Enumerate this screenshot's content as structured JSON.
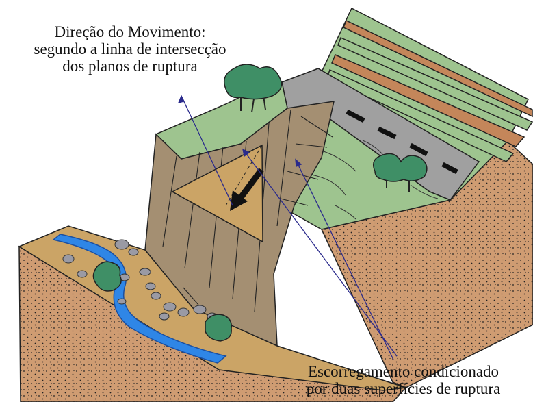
{
  "labels": {
    "movement_direction": [
      "Direção do Movimento:",
      "segundo a linha de intersecção",
      "dos planos de ruptura"
    ],
    "sliding_condition": [
      "Escorregamento condicionado",
      "por duas superfícies de ruptura"
    ]
  },
  "colors": {
    "grass": "#9ec48f",
    "rock_face": "#a48f72",
    "wedge_tan": "#cba466",
    "soil_dotted": "#cf9c72",
    "road_gray": "#a0a0a0",
    "river_blue": "#2f86e6",
    "arrow_line": "#2a2a8c",
    "tree_green": "#3f8f66",
    "stone_gray": "#9a9aa4",
    "terrace_stripe": "#c4865a"
  },
  "icons": {
    "movement_arrow": "thick-diagonal-arrow",
    "tree": "tree-icon",
    "boulder": "boulder-icon"
  }
}
